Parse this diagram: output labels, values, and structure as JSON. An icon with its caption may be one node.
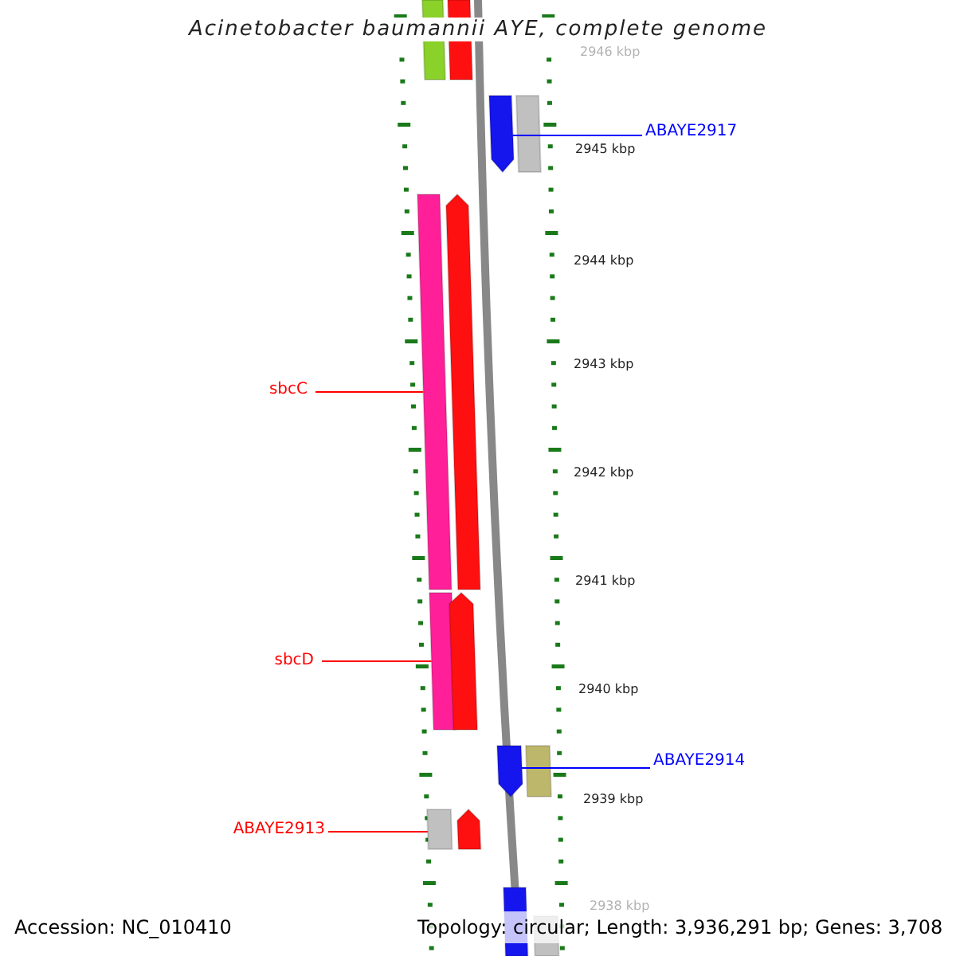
{
  "diagram": {
    "title": "Acinetobacter baumannii AYE, complete genome",
    "nodes": [
      {
        "text": [
          "ABAYE2917"
        ]
      },
      {
        "text": [
          "sbcC"
        ]
      },
      {
        "text": [
          "sbcD"
        ]
      },
      {
        "text": [
          "ABAYE2914"
        ]
      },
      {
        "text": [
          "ABAYE2913"
        ]
      },
      {
        "text": [],
        "shape": "bar"
      },
      {
        "text": [],
        "shape": "bar"
      },
      {
        "text": [],
        "shape": "bar"
      },
      {
        "text": [],
        "shape": "bar"
      },
      {
        "text": [],
        "shape": "bar"
      },
      {
        "text": [],
        "shape": "bar"
      },
      {
        "text": [],
        "shape": "bar"
      },
      {
        "text": [],
        "shape": "bar"
      },
      {
        "text": [],
        "shape": "bar"
      },
      {
        "text": [],
        "shape": "bar"
      },
      {
        "text": [],
        "shape": "bar"
      },
      {
        "text": [],
        "shape": "bar"
      },
      {
        "text": [],
        "shape": "bar"
      },
      {
        "text": [],
        "shape": "bar"
      }
    ],
    "edges": [
      {
        "from": 0,
        "to": 7,
        "arrow": "none",
        "color": "#0000ff"
      },
      {
        "from": 1,
        "to": 9,
        "arrow": "none"
      },
      {
        "from": 2,
        "to": 11,
        "arrow": "none"
      },
      {
        "from": 3,
        "to": 13,
        "arrow": "none",
        "color": "#0000ff"
      },
      {
        "from": 4,
        "to": 15,
        "arrow": "none"
      }
    ],
    "labels": [
      "2946 kbp",
      "2945 kbp",
      "2944 kbp",
      "2943 kbp",
      "2942 kbp",
      "2941 kbp",
      "2940 kbp",
      "2939 kbp",
      "2938 kbp",
      "Accession: NC_010410",
      "Topology: circular; Length: 3,936,291 bp; Genes: 3,708"
    ]
  }
}
